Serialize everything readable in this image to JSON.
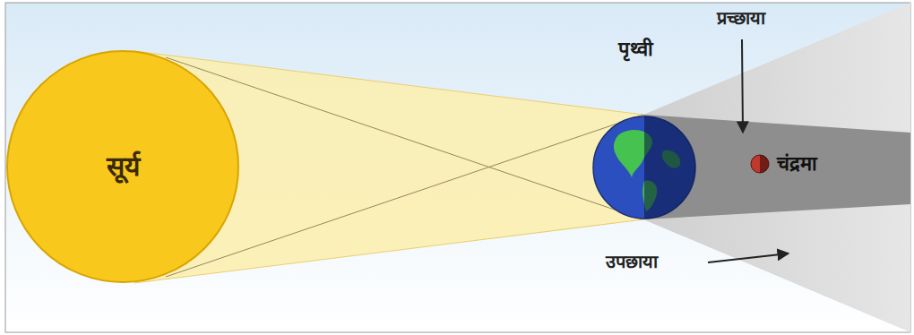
{
  "diagram": {
    "nodes": [
      {
        "text": [
          "सूर्य"
        ]
      },
      {
        "text": [
          "पृथ्वी"
        ]
      },
      {
        "text": [
          "चंद्रमा"
        ]
      }
    ],
    "labels": [
      "प्रच्छाया",
      "उपछाया"
    ]
  }
}
